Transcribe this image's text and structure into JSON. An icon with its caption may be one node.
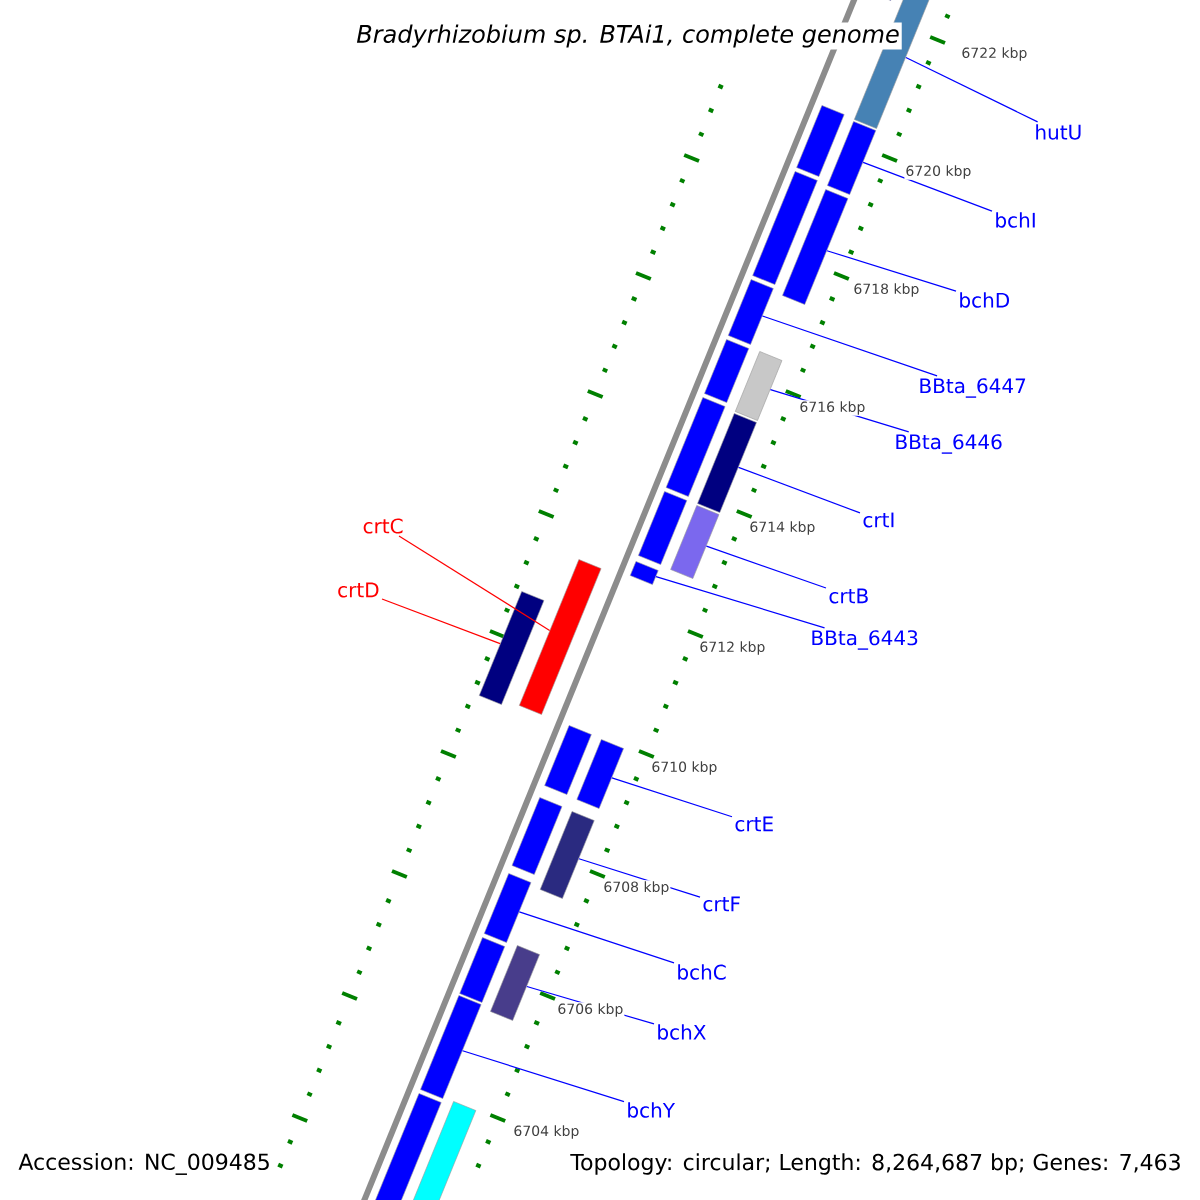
{
  "diagram": {
    "title": "Bradyrhizobium sp. BTAi1, complete genome",
    "nodes": [
      {
        "text": [
          "hutU"
        ]
      },
      {
        "text": [
          "bchI"
        ]
      },
      {
        "text": [
          "bchD"
        ]
      },
      {
        "text": [
          "BBta_6447"
        ]
      },
      {
        "text": [
          "BBta_6446"
        ]
      },
      {
        "text": [
          "crtI"
        ]
      },
      {
        "text": [
          "crtB"
        ]
      },
      {
        "text": [
          "BBta_6443"
        ]
      },
      {
        "text": [
          "crtC"
        ]
      },
      {
        "text": [
          "crtD"
        ]
      },
      {
        "text": [
          "crtE"
        ]
      },
      {
        "text": [
          "crtF"
        ]
      },
      {
        "text": [
          "bchC"
        ]
      },
      {
        "text": [
          "bchX"
        ]
      },
      {
        "text": [
          "bchY"
        ]
      },
      {
        "text": [],
        "shape": "bar"
      },
      {
        "text": [],
        "shape": "bar"
      },
      {
        "text": [],
        "shape": "bar"
      },
      {
        "text": [],
        "shape": "bar"
      },
      {
        "text": [],
        "shape": "bar"
      },
      {
        "text": [],
        "shape": "bar"
      },
      {
        "text": [],
        "shape": "bar"
      },
      {
        "text": [],
        "shape": "bar"
      },
      {
        "text": [],
        "shape": "bar"
      },
      {
        "text": [],
        "shape": "bar"
      },
      {
        "text": [],
        "shape": "bar"
      },
      {
        "text": [],
        "shape": "bar"
      },
      {
        "text": [],
        "shape": "bar"
      },
      {
        "text": [],
        "shape": "bar"
      },
      {
        "text": [],
        "shape": "bar"
      },
      {
        "text": [],
        "shape": "bar"
      },
      {
        "text": [],
        "shape": "bar"
      },
      {
        "text": [],
        "shape": "bar"
      },
      {
        "text": [],
        "shape": "bar"
      },
      {
        "text": [],
        "shape": "bar"
      },
      {
        "text": [],
        "shape": "bar"
      },
      {
        "text": [],
        "shape": "bar"
      },
      {
        "text": [],
        "shape": "bar"
      },
      {
        "text": [],
        "shape": "bar"
      },
      {
        "text": [],
        "shape": "bar"
      },
      {
        "text": [],
        "shape": "bar"
      }
    ],
    "edges": [
      {
        "from": 0,
        "to": 15,
        "arrow": "none"
      },
      {
        "from": 1,
        "to": 16,
        "arrow": "none"
      },
      {
        "from": 2,
        "to": 17,
        "arrow": "none"
      },
      {
        "from": 3,
        "to": 18,
        "arrow": "none"
      },
      {
        "from": 4,
        "to": 19,
        "arrow": "none"
      },
      {
        "from": 5,
        "to": 20,
        "arrow": "none"
      },
      {
        "from": 6,
        "to": 21,
        "arrow": "none"
      },
      {
        "from": 7,
        "to": 22,
        "arrow": "none"
      },
      {
        "from": 8,
        "to": 23,
        "arrow": "none",
        "color": "#ff0000"
      },
      {
        "from": 9,
        "to": 24,
        "arrow": "none",
        "color": "#ff0000"
      },
      {
        "from": 10,
        "to": 25,
        "arrow": "none"
      },
      {
        "from": 11,
        "to": 26,
        "arrow": "none"
      },
      {
        "from": 12,
        "to": 27,
        "arrow": "none"
      },
      {
        "from": 13,
        "to": 28,
        "arrow": "none"
      },
      {
        "from": 14,
        "to": 29,
        "arrow": "none"
      }
    ],
    "labels": [
      "6722 kbp",
      "6720 kbp",
      "6718 kbp",
      "6716 kbp",
      "6714 kbp",
      "6712 kbp",
      "6710 kbp",
      "6708 kbp",
      "6706 kbp",
      "6704 kbp",
      "Accession: NC_009485",
      "Topology: circular; Length: 8,264,687 bp; Genes: 7,463"
    ]
  }
}
